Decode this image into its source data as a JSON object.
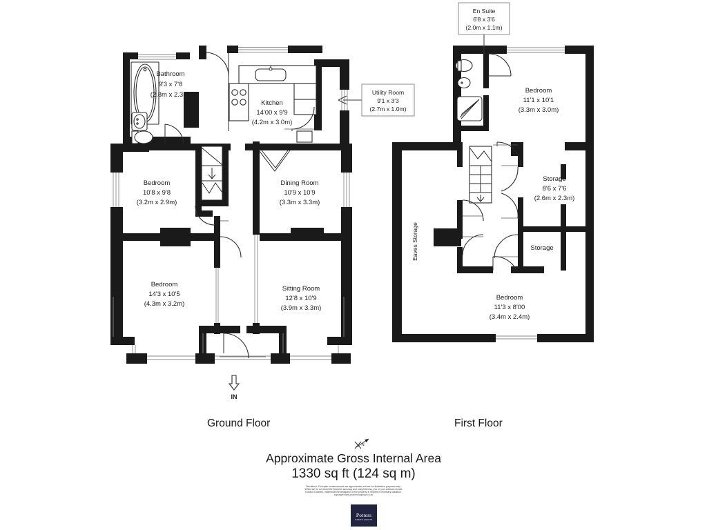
{
  "document": {
    "type": "floorplan",
    "ground_floor_title": "Ground Floor",
    "first_floor_title": "First Floor",
    "area_heading": "Approximate Gross Internal Area",
    "area_value": "1330 sq ft  (124 sq m)",
    "entrance_label": "IN",
    "north_arrow": "north-arrow"
  },
  "ground_floor": {
    "rooms": [
      {
        "name": "Bathroom",
        "imperial": "9'3 x 7'8",
        "metric": "(2.8m x 2.3m)"
      },
      {
        "name": "Kitchen",
        "imperial": "14'00 x 9'9",
        "metric": "(4.2m x 3.0m)"
      },
      {
        "name": "Bedroom",
        "imperial": "10'8 x 9'8",
        "metric": "(3.2m x 2.9m)"
      },
      {
        "name": "Dining Room",
        "imperial": "10'9 x 10'9",
        "metric": "(3.3m x 3.3m)"
      },
      {
        "name": "Bedroom",
        "imperial": "14'3 x 10'5",
        "metric": "(4.3m x 3.2m)"
      },
      {
        "name": "Sitting Room",
        "imperial": "12'8 x 10'9",
        "metric": "(3.9m x 3.3m)"
      }
    ],
    "callout": {
      "name": "Utility Room",
      "imperial": "9'1 x 3'3",
      "metric": "(2.7m x 1.0m)"
    }
  },
  "first_floor": {
    "rooms": [
      {
        "name": "Bedroom",
        "imperial": "11'1 x 10'1",
        "metric": "(3.3m x 3.0m)"
      },
      {
        "name": "Storage",
        "imperial": "8'6 x 7'6",
        "metric": "(2.6m x 2.3m)"
      },
      {
        "name": "Storage",
        "imperial": "",
        "metric": ""
      },
      {
        "name": "Bedroom",
        "imperial": "11'3 x 8'00",
        "metric": "(3.4m x 2.4m)"
      }
    ],
    "eaves_label": "Eaves Storage",
    "callout": {
      "name": "En Suite",
      "imperial": "6'8 x 3'6",
      "metric": "(2.0m x 1.1m)"
    }
  },
  "disclaimer": {
    "line1": "Disclaimer: Floorplan measurements are approximate and are for illustrative purposes only.",
    "line2": "Whilst we do not doubt the floorplan accuracy and completeness, you or your advisors should",
    "line3": "conduct a careful, independent investigation of the property in respect of monetary valuation.",
    "line4": "copyright www.photohouzgroup.co.uk"
  },
  "logo": {
    "name": "Potters",
    "sub": "ESTATE AGENTS"
  },
  "colors": {
    "wall": "#1a1a1a",
    "line": "#2b2b2b",
    "window": "#8a8a8a",
    "logo_bg": "#22243f",
    "background": "#ffffff"
  }
}
